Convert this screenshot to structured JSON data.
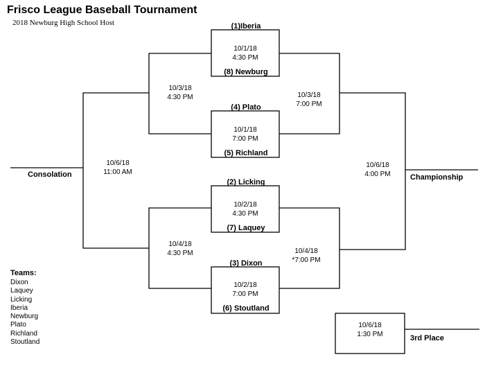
{
  "title": "Frisco League Baseball Tournament",
  "subtitle": "2018 Newburg High School Host",
  "round1": [
    {
      "top_team": "(1)Iberia",
      "bottom_team": "(8) Newburg",
      "date": "10/1/18",
      "time": "4:30 PM"
    },
    {
      "top_team": "(4) Plato",
      "bottom_team": "(5) Richland",
      "date": "10/1/18",
      "time": "7:00 PM"
    },
    {
      "top_team": "(2) Licking",
      "bottom_team": "(7) Laquey",
      "date": "10/2/18",
      "time": "4:30 PM"
    },
    {
      "top_team": "(3) Dixon",
      "bottom_team": "(6) Stoutland",
      "date": "10/2/18",
      "time": "7:00 PM"
    }
  ],
  "consolation_round": [
    {
      "date": "10/3/18",
      "time": "4:30 PM"
    },
    {
      "date": "10/4/18",
      "time": "4:30 PM"
    }
  ],
  "winners_round": [
    {
      "date": "10/3/18",
      "time": "7:00 PM"
    },
    {
      "date": "10/4/18",
      "time": "*7:00 PM"
    }
  ],
  "consolation_final": {
    "label": "Consolation",
    "date": "10/6/18",
    "time": "11:00 AM"
  },
  "championship": {
    "label": "Championship",
    "date": "10/6/18",
    "time": "4:00 PM"
  },
  "third_place": {
    "label": "3rd Place",
    "date": "10/6/18",
    "time": "1:30 PM"
  },
  "teams_heading": "Teams:",
  "teams": [
    "Dixon",
    "Laquey",
    "Licking",
    "Iberia",
    "Newburg",
    "Plato",
    "Richland",
    "Stoutland"
  ]
}
